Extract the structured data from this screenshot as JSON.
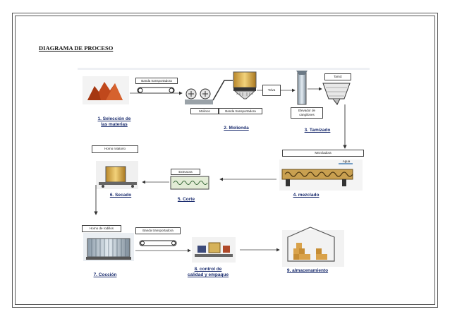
{
  "title": "DIAGRAMA DE PROCESO",
  "boxes": {
    "banda1": "Banda transportadora",
    "molinos": "Molinos",
    "banda2": "Banda transportadora",
    "tolva": "Tolva",
    "elevador": "Elevador de cangilones",
    "tamiz": "Tamiz",
    "mezcladora": "Mezcladora",
    "agua": "Agua",
    "extrusora": "Extrusora",
    "horno_rotatorio": "Horno rotatorio",
    "horno_rodillos": "Horno de rodillos",
    "banda3": "Banda transportadora"
  },
  "steps": {
    "s1": "1. Selección de",
    "s1b": "las materias",
    "s2": "2. Molienda",
    "s3": "3. Tamizado",
    "s4": "4. mezclado",
    "s5": "5. Corte",
    "s6": "6. Secado",
    "s7": "7. Cocción",
    "s8": "8. control de",
    "s8b": "calidad y empaque",
    "s9": "9. almacenamiento"
  }
}
